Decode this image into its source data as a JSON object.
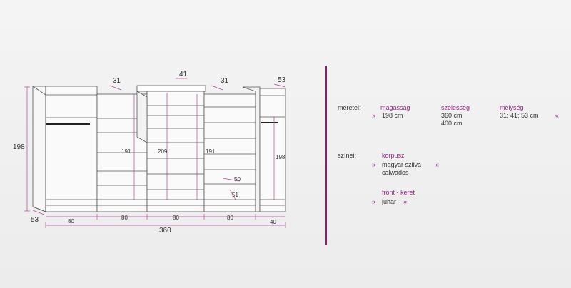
{
  "dimensions_drawing": {
    "overall_height": "198",
    "depth_left": "53",
    "width_left": "80",
    "width_mid1": "80",
    "width_mid2": "80",
    "width_mid3": "80",
    "width_right": "40",
    "total_width": "360",
    "top_31_left": "31",
    "top_41": "41",
    "top_31_right": "31",
    "top_53": "53",
    "inner_191_left": "191",
    "inner_209": "209",
    "inner_191_right": "191",
    "inner_198_right": "198",
    "small_50": "50",
    "small_51": "51"
  },
  "specs": {
    "dims_label": "méretei:",
    "height_title": "magasság",
    "height_value": "198  cm",
    "width_title": "szélesség",
    "width_value1": "360  cm",
    "width_value2": "400 cm",
    "depth_title": "mélység",
    "depth_value": "31; 41; 53  cm",
    "open_quote": "»",
    "close_quote": "«",
    "colors_label": "színei:",
    "body_title": "korpusz",
    "body_value1": "magyar szilva",
    "body_value2": "calwados",
    "front_title": "front  -  keret",
    "front_value": "juhar"
  },
  "colors": {
    "accent": "#9b2584",
    "line": "#555555",
    "dimline": "#b04a9a"
  }
}
